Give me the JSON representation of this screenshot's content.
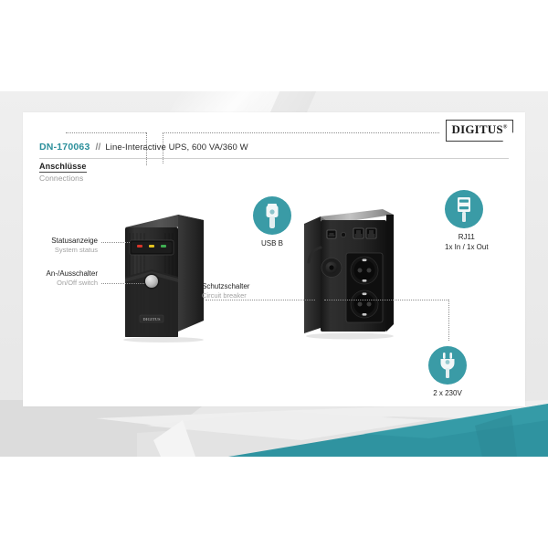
{
  "brand": {
    "logo_text": "DIGITUS",
    "logo_trademark": "®"
  },
  "header": {
    "sku": "DN-170063",
    "separator": "//",
    "description": "Line-Interactive UPS, 600 VA/360 W",
    "section_de": "Anschlüsse",
    "section_en": "Connections"
  },
  "callouts": [
    {
      "de": "Statusanzeige",
      "en": "System status"
    },
    {
      "de": "An-/Ausschalter",
      "en": "On/Off switch"
    },
    {
      "de": "Schutzschalter",
      "en": "Circuit breaker"
    }
  ],
  "icons": [
    {
      "name": "usb-b",
      "label": "USB B",
      "sublabel": ""
    },
    {
      "name": "rj11",
      "label": "RJ11",
      "sublabel": "1x In / 1x Out"
    },
    {
      "name": "power-plug",
      "label": "2 x 230V",
      "sublabel": ""
    }
  ],
  "device": {
    "front_brand": "DIGITUS",
    "status_leds": [
      "red",
      "amber",
      "green"
    ]
  },
  "colors": {
    "accent_teal": "#3a9ba6",
    "wedge_teal": "#2f93a0",
    "sku_teal": "#2b8f9b",
    "muted_grey": "#9a9a9a",
    "slide_grey": "#ebebeb"
  }
}
